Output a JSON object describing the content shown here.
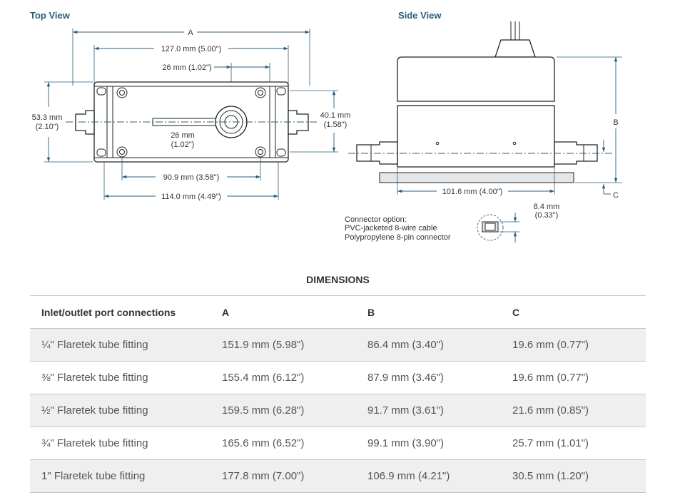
{
  "top_view": {
    "title": "Top View",
    "dim_a": "A",
    "dim_overall": "127.0 mm (5.00\")",
    "dim_offset": "26 mm (1.02\")",
    "dim_height_mm": "53.3 mm",
    "dim_height_in": "(2.10\")",
    "dim_inner_mm": "40.1 mm",
    "dim_inner_in": "(1.58\")",
    "dim_arm_mm": "26 mm",
    "dim_arm_in": "(1.02\")",
    "dim_hole_spacing": "90.9 mm (3.58\")",
    "dim_base": "114.0 mm (4.49\")"
  },
  "side_view": {
    "title": "Side View",
    "dim_b": "B",
    "dim_c": "C",
    "dim_base": "101.6 mm (4.00\")",
    "dim_connector_mm": "8.4 mm",
    "dim_connector_in": "(0.33\")",
    "connector_note": [
      "Connector option:",
      "PVC-jacketed 8-wire cable",
      "Polypropylene 8-pin connector"
    ]
  },
  "table": {
    "caption": "DIMENSIONS",
    "headers": [
      "Inlet/outlet port connections",
      "A",
      "B",
      "C"
    ],
    "rows": [
      [
        "¼\" Flaretek tube fitting",
        "151.9 mm (5.98\")",
        "86.4 mm (3.40\")",
        "19.6 mm (0.77\")"
      ],
      [
        "⅜\" Flaretek tube fitting",
        "155.4 mm (6.12\")",
        "87.9 mm (3.46\")",
        "19.6 mm (0.77\")"
      ],
      [
        "½\" Flaretek tube fitting",
        "159.5 mm (6.28\")",
        "91.7 mm (3.61\")",
        "21.6 mm (0.85\")"
      ],
      [
        "¾\" Flaretek tube fitting",
        "165.6 mm (6.52\")",
        "99.1 mm (3.90\")",
        "25.7 mm (1.01\")"
      ],
      [
        "1\" Flaretek tube fitting",
        "177.8 mm (7.00\")",
        "106.9 mm (4.21\")",
        "30.5 mm (1.20\")"
      ]
    ]
  }
}
